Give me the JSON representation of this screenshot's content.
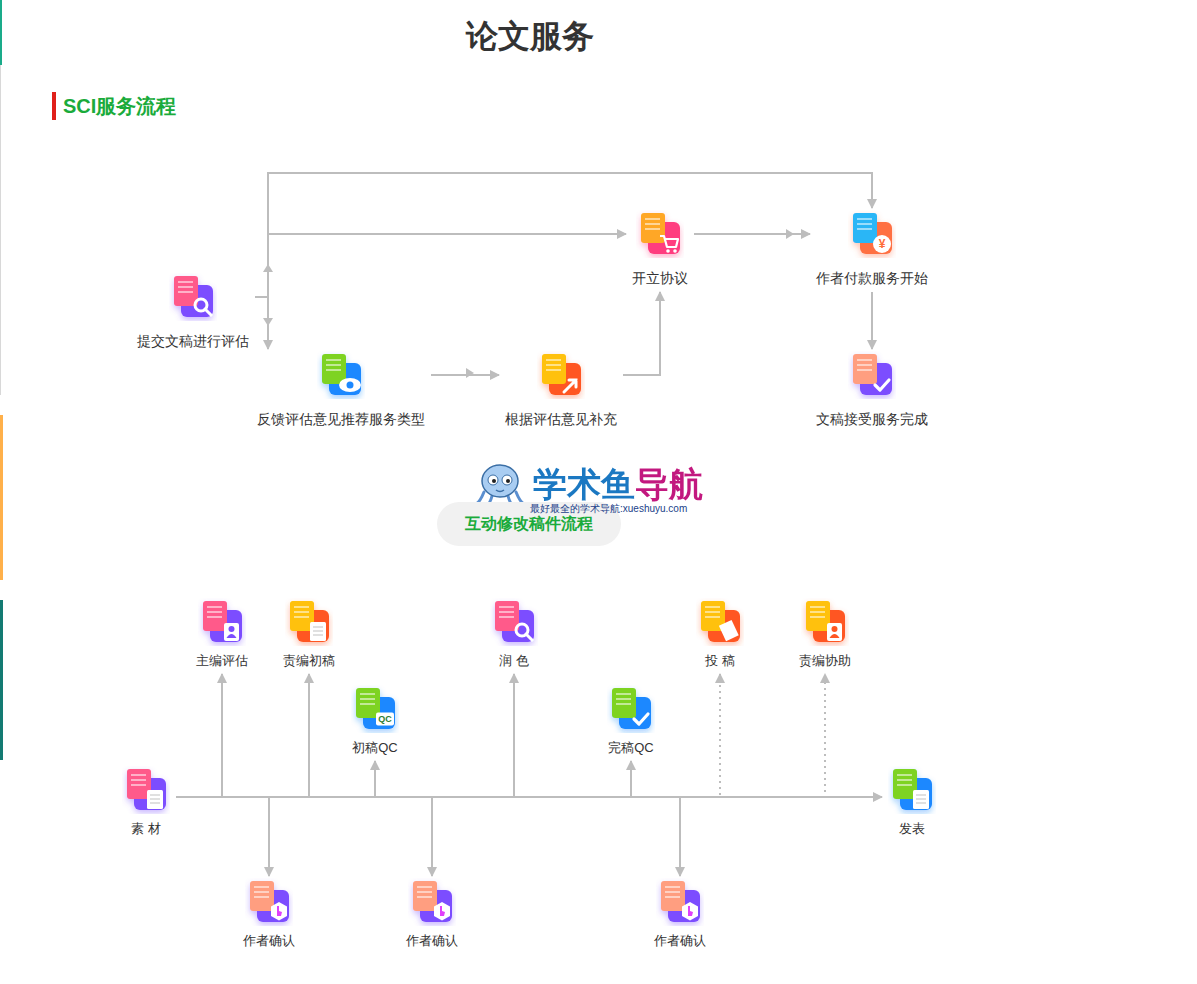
{
  "diagram": {
    "title": "论文服务",
    "nodes": [
      {
        "text": [
          "提交文稿进行评估"
        ]
      },
      {
        "text": [
          "反馈评估意见推荐服务类型"
        ]
      },
      {
        "text": [
          "根据评估意见补充"
        ]
      },
      {
        "text": [
          "开立协议"
        ]
      },
      {
        "text": [
          "作者付款服务开始"
        ]
      },
      {
        "text": [
          "文稿接受服务完成"
        ]
      },
      {
        "text": [
          "互动修改稿件流程"
        ]
      },
      {
        "text": [
          "素 材"
        ]
      },
      {
        "text": [
          "主编评估"
        ]
      },
      {
        "text": [
          "责编初稿"
        ]
      },
      {
        "text": [
          "初稿QC"
        ]
      },
      {
        "text": [
          "润 色"
        ]
      },
      {
        "text": [
          "完稿QC"
        ]
      },
      {
        "text": [
          "投 稿"
        ]
      },
      {
        "text": [
          "责编协助"
        ]
      },
      {
        "text": [
          "作者确认"
        ]
      },
      {
        "text": [
          "作者确认"
        ]
      },
      {
        "text": [
          "作者确认"
        ]
      },
      {
        "text": [
          "发表"
        ]
      }
    ],
    "edges": [
      {
        "from": 0,
        "to": 1,
        "arrow": "to"
      },
      {
        "from": 0,
        "to": 3,
        "arrow": "to"
      },
      {
        "from": 0,
        "to": 4,
        "arrow": "to"
      },
      {
        "from": 1,
        "to": 2,
        "arrow": "to"
      },
      {
        "from": 2,
        "to": 3,
        "arrow": "to"
      },
      {
        "from": 3,
        "to": 4,
        "arrow": "to"
      },
      {
        "from": 4,
        "to": 5,
        "arrow": "to"
      },
      {
        "from": 7,
        "to": 18,
        "arrow": "to"
      },
      {
        "from": 7,
        "to": 8,
        "arrow": "to"
      },
      {
        "from": 7,
        "to": 9,
        "arrow": "to"
      },
      {
        "from": 7,
        "to": 10,
        "arrow": "to"
      },
      {
        "from": 7,
        "to": 11,
        "arrow": "to"
      },
      {
        "from": 7,
        "to": 12,
        "arrow": "to"
      },
      {
        "from": 7,
        "to": 13,
        "arrow": "to"
      },
      {
        "from": 7,
        "to": 14,
        "arrow": "to"
      },
      {
        "from": 7,
        "to": 15,
        "arrow": "to"
      },
      {
        "from": 7,
        "to": 16,
        "arrow": "to"
      },
      {
        "from": 7,
        "to": 17,
        "arrow": "to"
      }
    ],
    "labels": [
      "SCI服务流程",
      "学术鱼导航",
      "最好最全的学术导航:xueshuyu.com",
      "¥",
      "QC"
    ]
  }
}
